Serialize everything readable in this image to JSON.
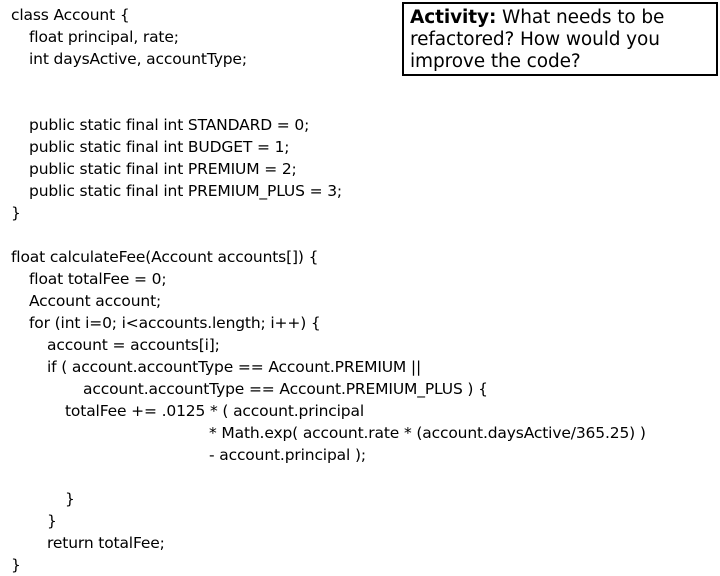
{
  "slide": {
    "background_color": "#ffffff",
    "text_color": "#000000"
  },
  "activity": {
    "border_color": "#000000",
    "lead_label": "Activity:",
    "prompt": " What needs to be refactored? How would you improve the code?"
  },
  "code": {
    "language": "java",
    "lines": [
      {
        "indent": 0,
        "text": "class Account {"
      },
      {
        "indent": 1,
        "text": "float principal, rate;"
      },
      {
        "indent": 1,
        "text": "int daysActive, accountType;"
      },
      {
        "indent": 0,
        "text": ""
      },
      {
        "indent": 0,
        "text": ""
      },
      {
        "indent": 1,
        "text": "public static final int STANDARD = 0;"
      },
      {
        "indent": 1,
        "text": "public static final int BUDGET = 1;"
      },
      {
        "indent": 1,
        "text": "public static final int PREMIUM = 2;"
      },
      {
        "indent": 1,
        "text": "public static final int PREMIUM_PLUS = 3;"
      },
      {
        "indent": 0,
        "text": "}"
      },
      {
        "indent": 0,
        "text": ""
      },
      {
        "indent": 0,
        "text": "float calculateFee(Account accounts[]) {"
      },
      {
        "indent": 1,
        "text": "float totalFee = 0;"
      },
      {
        "indent": 1,
        "text": "Account account;"
      },
      {
        "indent": 1,
        "text": "for (int i=0; i<accounts.length; i++) {"
      },
      {
        "indent": 2,
        "text": "account = accounts[i];"
      },
      {
        "indent": 2,
        "text": "if ( account.accountType == Account.PREMIUM ||"
      },
      {
        "indent": 4,
        "text": "account.accountType == Account.PREMIUM_PLUS ) {"
      },
      {
        "indent": 3,
        "text": "totalFee += .0125 * ( account.principal"
      },
      {
        "indent": 11,
        "text": "* Math.exp( account.rate * (account.daysActive/365.25) )"
      },
      {
        "indent": 11,
        "text": "- account.principal );"
      },
      {
        "indent": 0,
        "text": ""
      },
      {
        "indent": 3,
        "text": "}"
      },
      {
        "indent": 2,
        "text": "}"
      },
      {
        "indent": 2,
        "text": "return totalFee;"
      },
      {
        "indent": 0,
        "text": "}"
      }
    ]
  }
}
